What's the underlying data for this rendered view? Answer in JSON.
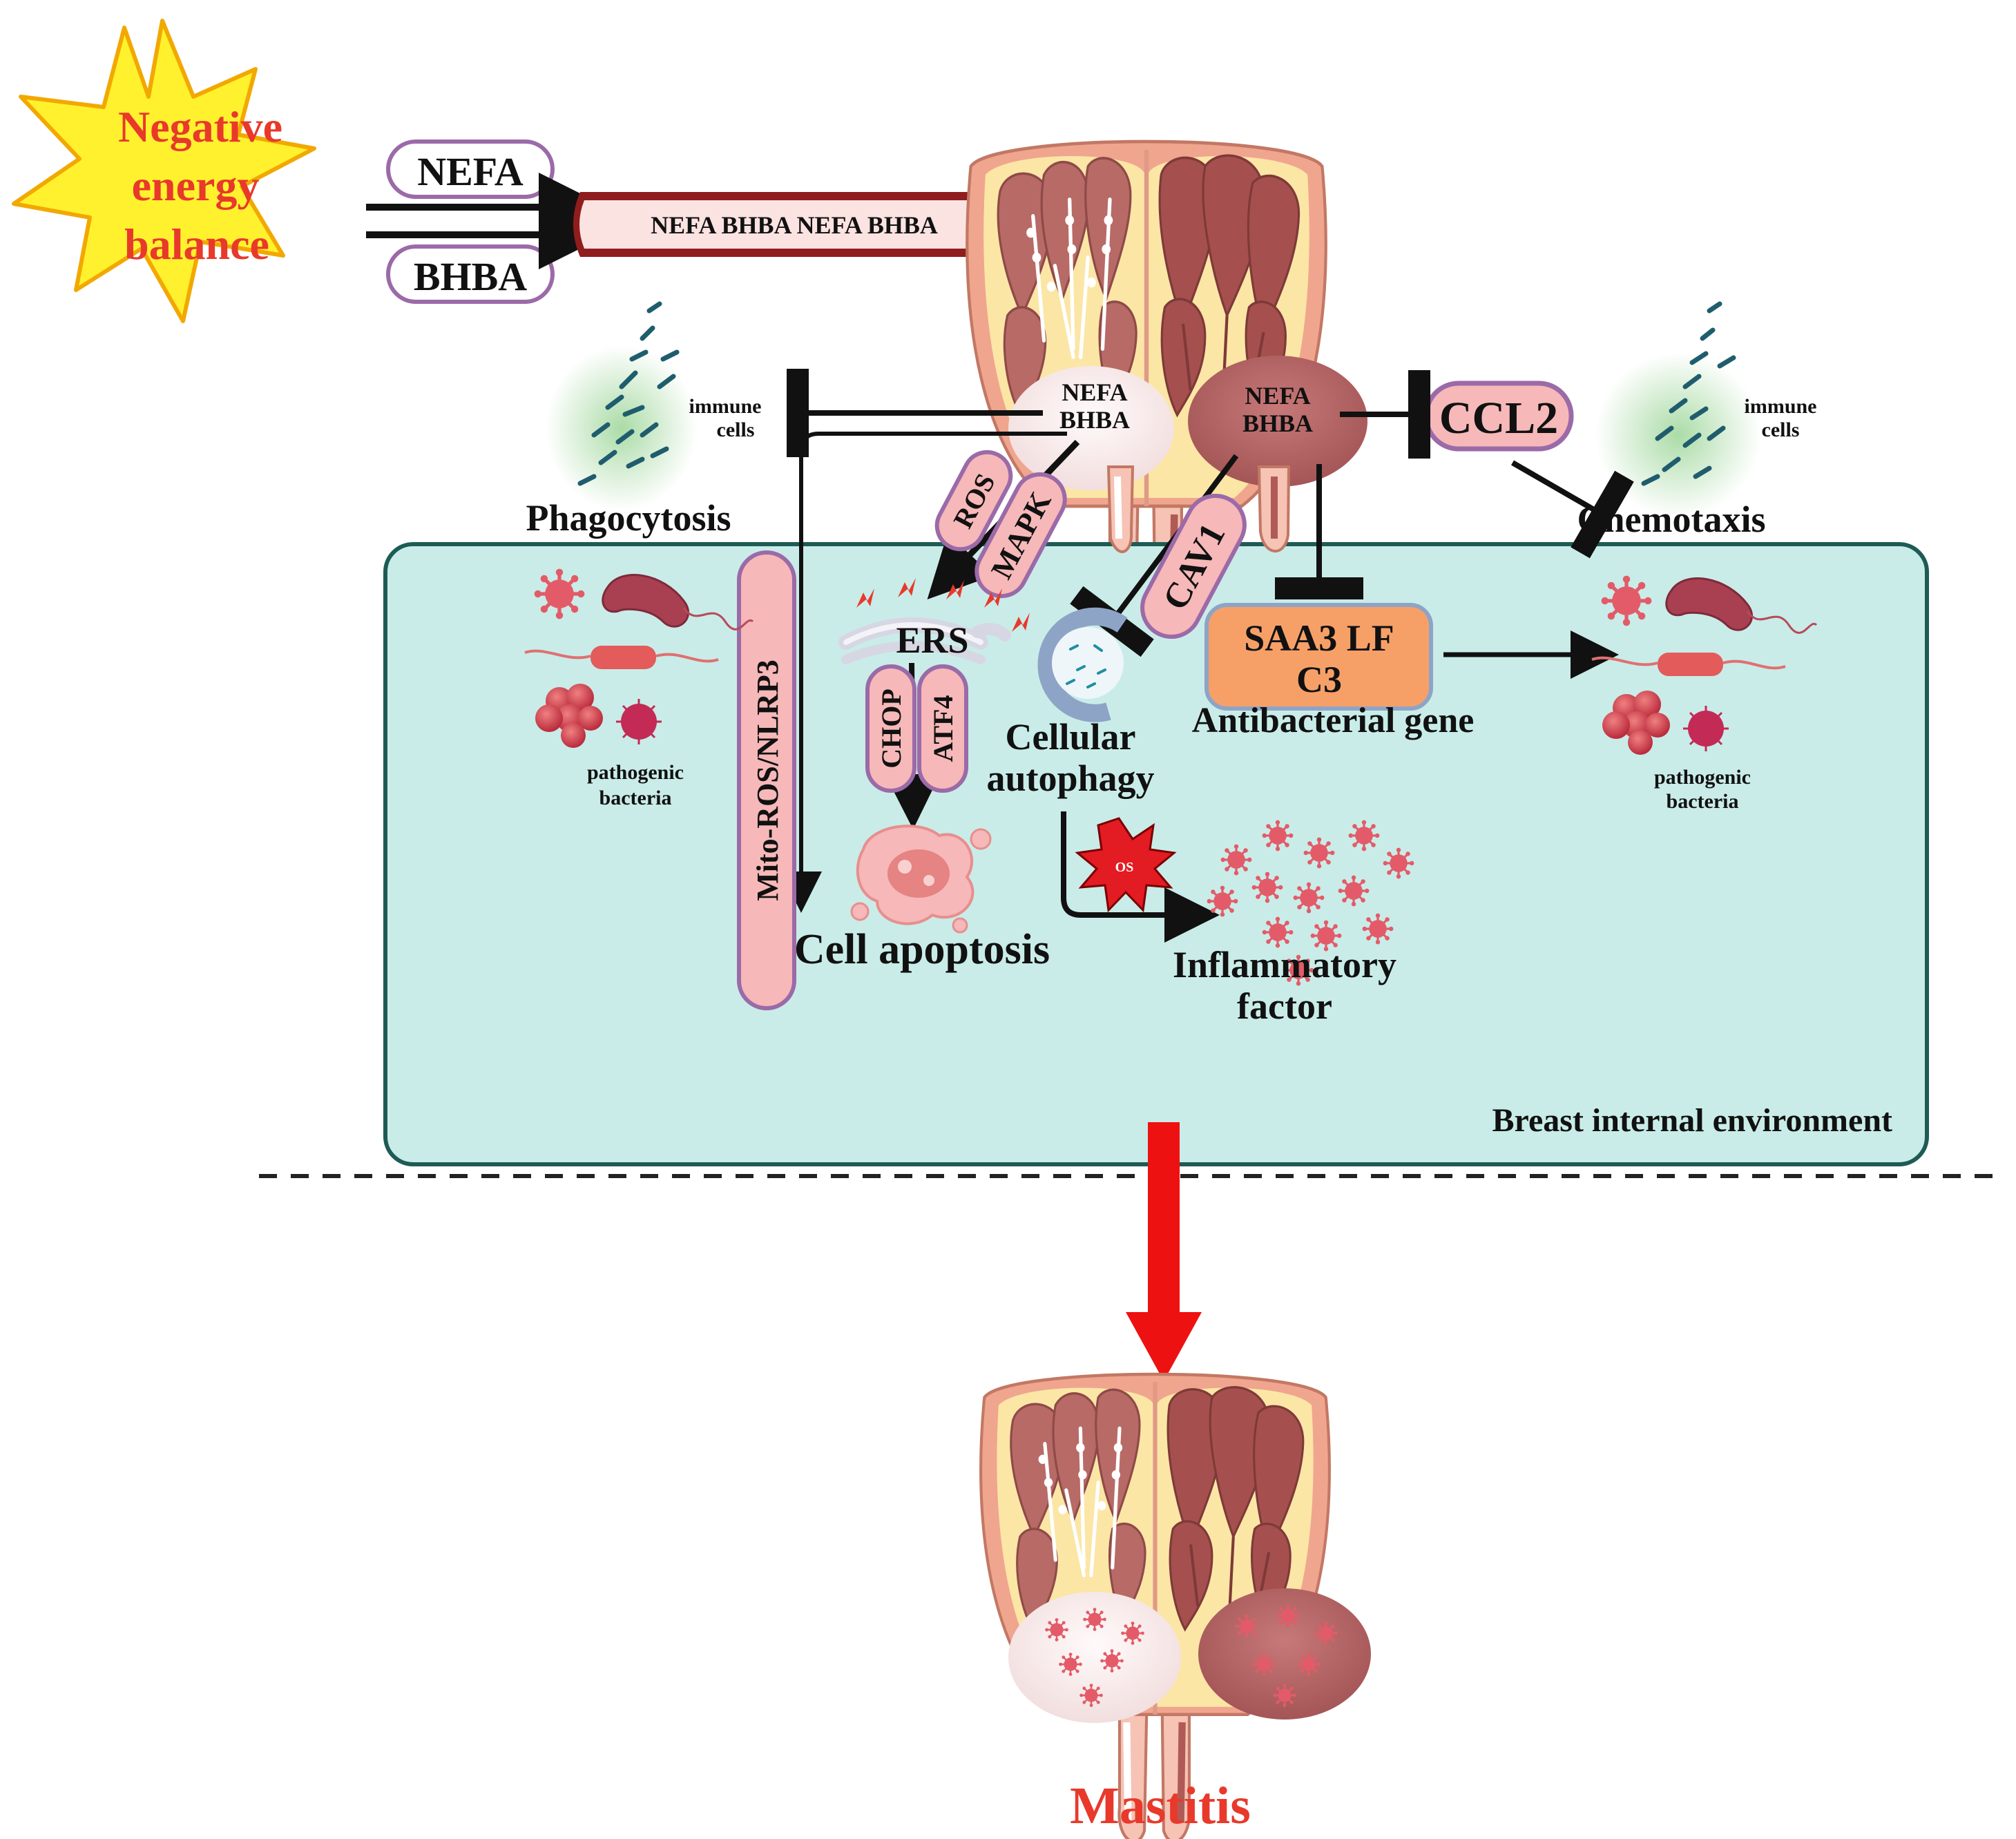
{
  "header": {
    "starburst_label": [
      "Negative",
      "energy",
      "balance"
    ],
    "input_nefa": "NEFA",
    "input_bhba": "BHBA",
    "vessel_label": "NEFA BHBA NEFA BHBA"
  },
  "udder_top": {
    "left_quarter_label": [
      "NEFA",
      "BHBA"
    ],
    "right_quarter_label": [
      "NEFA",
      "BHBA"
    ]
  },
  "immune_left": {
    "label": [
      "immune",
      "cells"
    ],
    "process": "Phagocytosis"
  },
  "immune_right": {
    "label": [
      "immune",
      "cells"
    ],
    "process": "Chemotaxis"
  },
  "ccl2_label": "CCL2",
  "pathways": {
    "mito": "Mito-ROS/NLRP3",
    "ros": "ROS",
    "mapk": "MAPK",
    "cav1": "CAV1",
    "ers": "ERS",
    "chop": "CHOP",
    "atf4": "ATF4",
    "genes": [
      "SAA3 LF",
      "C3"
    ],
    "os_label": "OS"
  },
  "outcomes": {
    "apoptosis": "Cell apoptosis",
    "autophagy": [
      "Cellular",
      "autophagy"
    ],
    "antibacterial": "Antibacterial gene",
    "inflammatory": [
      "Inflammatory",
      "factor"
    ]
  },
  "bacteria_left": [
    "pathogenic",
    "bacteria"
  ],
  "bacteria_right": [
    "pathogenic",
    "bacteria"
  ],
  "environment_label": "Breast internal environment",
  "result_label": "Mastitis",
  "colors": {
    "panel_fill": "#c9ece8",
    "panel_border": "#1e5b55",
    "pill_fill": "#f6b8b8",
    "pill_border": "#9b6aa8",
    "gene_box": "#f6a068",
    "starburst": "#fff12e",
    "red_text": "#e8392b",
    "arrow_red": "#ee1111"
  }
}
